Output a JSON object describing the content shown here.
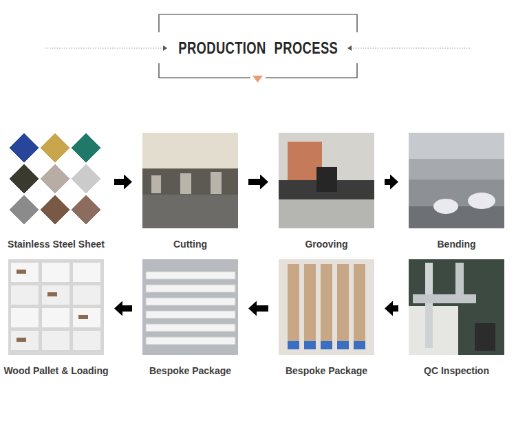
{
  "diagram": {
    "title": "PRODUCTION PROCESS",
    "nodes": [
      {
        "text": [
          "Stainless Steel Sheet"
        ]
      },
      {
        "text": [
          "Cutting"
        ]
      },
      {
        "text": [
          "Grooving"
        ]
      },
      {
        "text": [
          "Bending"
        ]
      },
      {
        "text": [
          "Wood Pallet & Loading"
        ]
      },
      {
        "text": [
          "Bespoke Package"
        ]
      },
      {
        "text": [
          "Bespoke Package"
        ]
      },
      {
        "text": [
          "QC Inspection"
        ]
      }
    ],
    "edges": [
      {
        "from": 0,
        "to": 1,
        "arrow": "to"
      },
      {
        "from": 1,
        "to": 2,
        "arrow": "to"
      },
      {
        "from": 2,
        "to": 3,
        "arrow": "to"
      },
      {
        "from": 7,
        "to": 6,
        "arrow": "to"
      },
      {
        "from": 6,
        "to": 5,
        "arrow": "to"
      },
      {
        "from": 5,
        "to": 4,
        "arrow": "to"
      }
    ]
  }
}
